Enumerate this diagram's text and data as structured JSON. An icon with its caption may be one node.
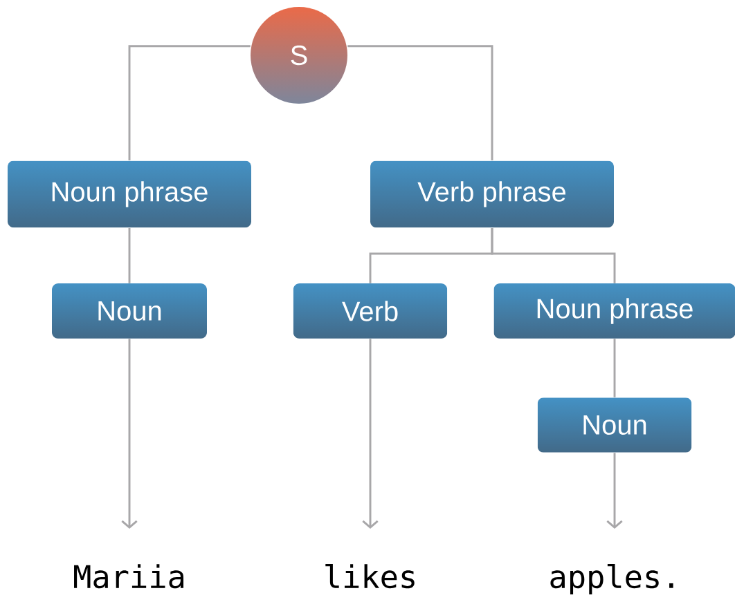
{
  "diagram": {
    "nodes": [
      {
        "text": [
          "S"
        ]
      },
      {
        "text": [
          "Noun phrase"
        ]
      },
      {
        "text": [
          "Verb phrase"
        ]
      },
      {
        "text": [
          "Noun"
        ]
      },
      {
        "text": [
          "Verb"
        ]
      },
      {
        "text": [
          "Noun phrase"
        ]
      },
      {
        "text": [
          "Noun"
        ]
      },
      {
        "text": [
          "Mariia"
        ]
      },
      {
        "text": [
          "likes"
        ]
      },
      {
        "text": [
          "apples."
        ]
      }
    ],
    "edges": [
      {
        "from": 0,
        "to": 1,
        "arrow": "none"
      },
      {
        "from": 0,
        "to": 2,
        "arrow": "none"
      },
      {
        "from": 1,
        "to": 3,
        "arrow": "none"
      },
      {
        "from": 2,
        "to": 4,
        "arrow": "none"
      },
      {
        "from": 2,
        "to": 5,
        "arrow": "none"
      },
      {
        "from": 5,
        "to": 6,
        "arrow": "none"
      },
      {
        "from": 3,
        "to": 7,
        "arrow": "to"
      },
      {
        "from": 4,
        "to": 8,
        "arrow": "to"
      },
      {
        "from": 6,
        "to": 9,
        "arrow": "to"
      }
    ]
  }
}
